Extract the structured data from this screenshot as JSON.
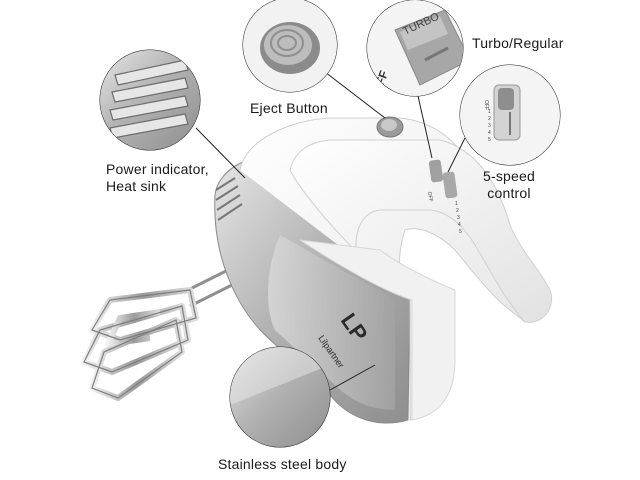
{
  "labels": {
    "eject": "Eject Button",
    "turbo": "Turbo/Regular",
    "power_line1": "Power indicator,",
    "power_line2": "Heat sink",
    "speed_line1": "5-speed",
    "speed_line2": "control",
    "steel": "Stainless steel body"
  },
  "brand": {
    "logo_text": "LP",
    "name": "Lilpartner"
  },
  "switch_text": {
    "off": "OFF",
    "turbo": "TURBO"
  },
  "speed_marks": [
    "1",
    "2",
    "3",
    "4",
    "5"
  ],
  "colors": {
    "body_white": "#f3f3f3",
    "steel": "#b9b9b9",
    "text": "#1a1a1a",
    "leader_line": "#222222"
  }
}
